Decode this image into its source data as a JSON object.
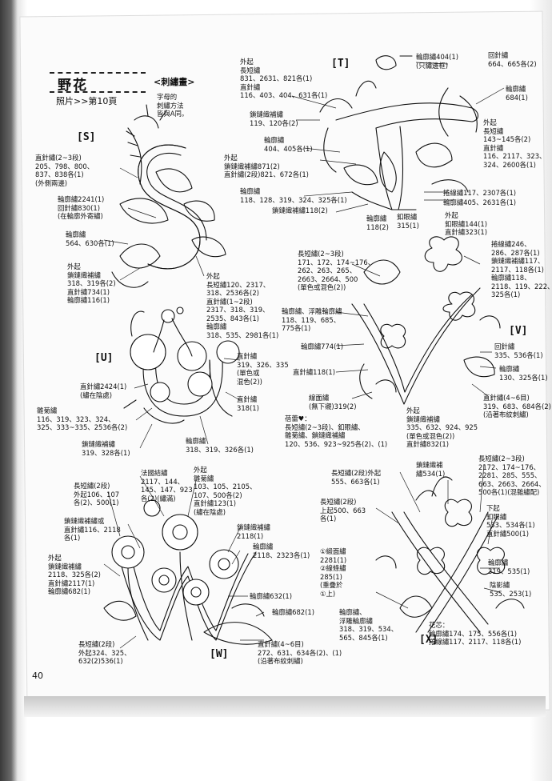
{
  "header": {
    "title": "野花",
    "photo_ref": "照片>>第10頁",
    "section_label": "<刺繡畫>",
    "description": "字母的\n刺繡方法\n皆與A同。"
  },
  "page_number": "40",
  "sections": {
    "S": {
      "letter": "[S]",
      "labels": [
        "直針繡(2~3段)\n205、798、800、\n837、838各(1)\n(外側兩邊)",
        "輪廓繡2241(1)\n回針繡830(1)\n(在輪廓外寄繡)",
        "輪廓繡\n564、630各(1)",
        "外起\n鎖鏈織補繡\n318、319各(2)\n直針繡734(1)\n輪廓繡116(1)",
        "外起\n長短繡120、2317、\n318、2536各(2)\n直針繡(1~2段)\n2317、318、319、\n2535、843各(1)\n輪廓繡\n318、535、2981各(1)"
      ]
    },
    "T": {
      "letter": "[T]",
      "labels": [
        "外起\n長短繡\n831、2631、821各(1)\n直針繡\n116、403、404、631各(1)",
        "鎖鏈織補繡\n119、120各(2)",
        "輪廓繡\n404、405各(1)",
        "外起\n鎖鏈織補繡871(2)\n直針繡(2段)821、672各(1)",
        "輪廓繡\n118、128、319、324、325各(1)",
        "鎖鏈織補繡118(2)",
        "輪廓繡\n118(2)",
        "釦眼繡\n315(1)",
        "輪廓繡404(1)\n(只繡邊框)",
        "回針繡\n664、665各(2)",
        "輪廓繡\n684(1)",
        "外起\n長短繡\n143~145各(2)\n直針繡\n116、2117、323、\n324、2600各(1)",
        "捲線繡117、2307各(1)",
        "輪廓繡405、2631各(1)",
        "外起\n釦眼繡144(1)\n直針繡323(1)"
      ]
    },
    "U": {
      "letter": "[U]",
      "labels": [
        "直針繡2424(1)\n(繡在陰處)",
        "雛菊繡\n116、319、323、324、\n325、333~335、2536各(2)",
        "鎖鏈織補繡\n319、328各(1)",
        "直針繡\n319、326、335\n(單色或\n混色(2))",
        "直針繡\n318(1)",
        "輪廓繡\n318、319、326各(1)"
      ]
    },
    "V": {
      "letter": "[V]",
      "labels": [
        "長短繡(2~3段)\n171、172、174~176、\n262、263、265、\n2663、2664、500\n(單色或混色(2))",
        "輪廓繡、浮雕輪廓繡\n118、119、685、\n775各(1)",
        "輪廓繡774(1)",
        "直針繡118(1)",
        "線面繡\n(無下襯)319(2)",
        "蓓蕾♥：\n長短繡(2~3段)、釦眼繡、\n雛菊繡、鎖鏈織補繡\n120、536、923~925各(2)、(1)",
        "外起\n鎖鏈織補繡\n335、632、924、925\n(單色或混色(2))\n直針繡832(1)",
        "捲線繡246、\n286、287各(1)\n鎖鏈織補繡117、\n2117、118各(1)\n輪廓繡118、\n2118、119、222、\n325各(1)",
        "回針繡\n335、536各(1)",
        "輪廓繡\n130、325各(1)",
        "直針繡(4~6目)\n319、683、684各(2)\n(沿著布紋刺繡)"
      ]
    },
    "W": {
      "letter": "[W]",
      "labels": [
        "長短繡(2段)\n外起106、107\n各(2)、500(1)",
        "法國結繡\n2117、144、\n145、147、923\n各(2)(繡滿)",
        "外起\n雛菊繡\n103、105、2105、\n107、500各(2)\n直針繡123(1)\n(繡在陰處)",
        "鎖鏈織補繡或\n直針繡116、2118\n各(1)",
        "鎖鏈織補繡\n2118(1)",
        "輪廓繡\n2118、2323各(1)",
        "外起\n鎖鏈織補繡\n2118、325各(2)\n直針繡2117(1)\n輪廓繡682(1)",
        "輪廓繡632(1)",
        "輪廓繡682(1)",
        "長短繡(2段)\n外起324、325、\n632(2)536(1)",
        "直針繡(4~6目)\n272、631、634各(2)、(1)\n(沿著布紋刺繡)"
      ]
    },
    "X": {
      "letter": "[X]",
      "labels": [
        "長短繡(2段)外起\n555、663各(1)",
        "鎖鏈織補\n繡534(1)",
        "長短繡(2~3段)\n2172、174~176、\n2281、285、555、\n663、2663、2664、\n500各(1)(混雜繡配)",
        "長短繡(2段)\n上起500、663\n各(1)",
        "下起\n釦眼繡\n533、534各(1)\n直針繡500(1)",
        "①緞面繡\n2281(1)\n②線條繡\n285(1)\n(重疊於\n①上)",
        "輪廓繡\n319、535(1)",
        "陰影繡\n535、253(1)",
        "輪廓繡、\n浮雕輪廓繡\n318、319、534、\n565、845各(1)",
        "花芯：\n輪廓繡174、175、556各(1)\n捲線繡117、2117、118各(1)"
      ]
    }
  }
}
